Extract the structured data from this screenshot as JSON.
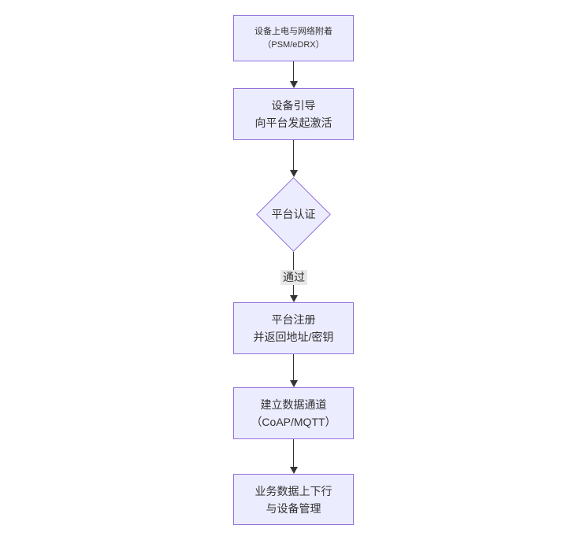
{
  "colors": {
    "background": "#ffffff",
    "node_fill": "#ECECFF",
    "node_border": "#9370DB",
    "text": "#333333",
    "arrow": "#333333",
    "edge_label_bg": "#e8e8e8"
  },
  "flowchart": {
    "nodes": {
      "power_attach": {
        "lines": [
          "设备上电与网络附着",
          "（PSM/eDRX）"
        ]
      },
      "bootstrap": {
        "lines": [
          "设备引导",
          "向平台发起激活"
        ]
      },
      "platform_auth": {
        "label": "平台认证"
      },
      "platform_register": {
        "lines": [
          "平台注册",
          "并返回地址/密钥"
        ]
      },
      "data_channel": {
        "lines": [
          "建立数据通道",
          "（CoAP/MQTT）"
        ]
      },
      "business_data": {
        "lines": [
          "业务数据上下行",
          "与设备管理"
        ]
      }
    },
    "edge_labels": {
      "auth_to_register": "通过"
    }
  }
}
